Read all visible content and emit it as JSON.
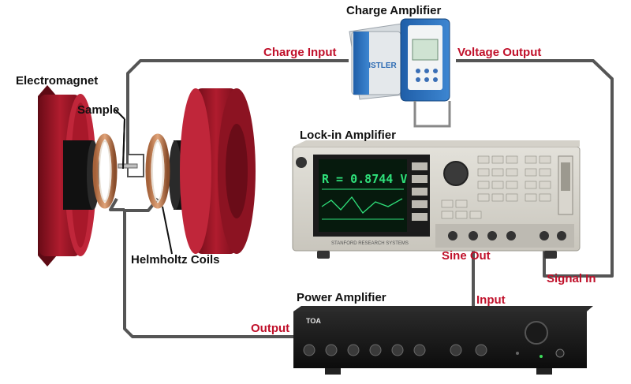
{
  "labels": {
    "charge_amplifier": "Charge Amplifier",
    "charge_input": "Charge Input",
    "voltage_output": "Voltage Output",
    "electromagnet": "Electromagnet",
    "sample": "Sample",
    "lockin_amplifier": "Lock-in Amplifier",
    "helmholtz_coils": "Helmholtz Coils",
    "sine_out": "Sine Out",
    "signal_in": "Signal In",
    "power_amplifier": "Power Amplifier",
    "input": "Input",
    "output": "Output"
  },
  "devices": {
    "kistler_brand": "KISTLER",
    "lockin_display": "R = 0.8744  V",
    "lockin_maker": "STANFORD RESEARCH SYSTEMS",
    "toa_brand": "TOA"
  },
  "colors": {
    "electromagnet_red": "#a8182a",
    "wire_gray": "#555555",
    "label_red": "#c0102a",
    "label_black": "#111111",
    "screen_green": "#2fe07a"
  }
}
